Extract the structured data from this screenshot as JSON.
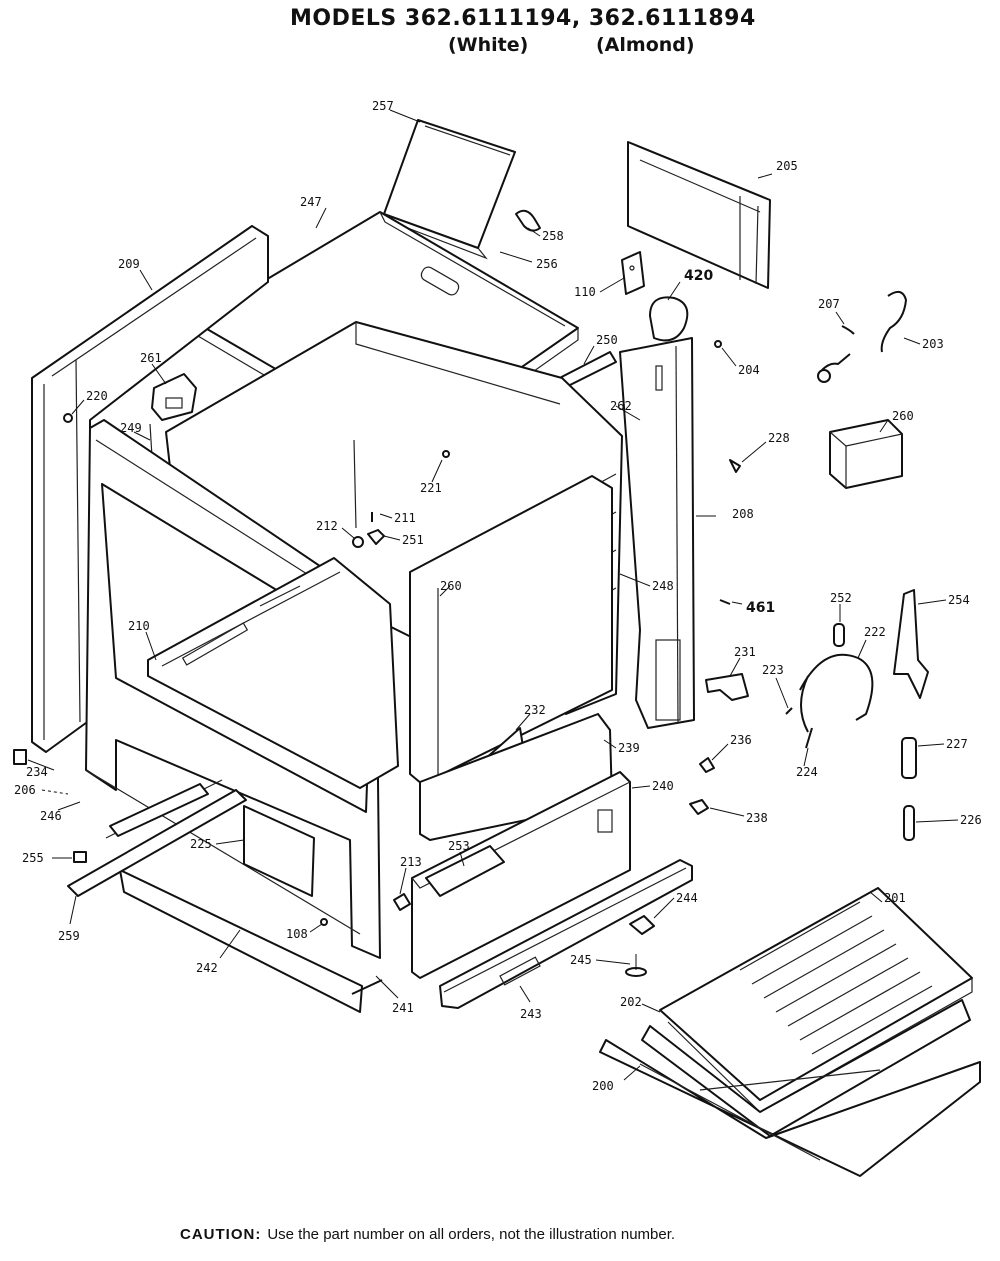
{
  "header": {
    "models": "MODELS 362.6111194, 362.6111894",
    "variant_white": "(White)",
    "variant_almond": "(Almond)"
  },
  "part_labels": {
    "p257": "257",
    "p247": "247",
    "p258": "258",
    "p256": "256",
    "p205": "205",
    "p110": "110",
    "p420": "420",
    "p209": "209",
    "p207": "207",
    "p203": "203",
    "p261": "261",
    "p220": "220",
    "p250": "250",
    "p204": "204",
    "p262": "262",
    "p249": "249",
    "p228": "228",
    "p260a": "260",
    "p221": "221",
    "p211": "211",
    "p212": "212",
    "p251": "251",
    "p208a": "208",
    "p260b": "260",
    "p248": "248",
    "p461": "461",
    "p252": "252",
    "p254": "254",
    "p210": "210",
    "p222": "222",
    "p231": "231",
    "p223": "223",
    "p232": "232",
    "p239": "239",
    "p236": "236",
    "p224": "224",
    "p227": "227",
    "p234": "234",
    "p206": "206",
    "p246": "246",
    "p240": "240",
    "p238": "238",
    "p226": "226",
    "p225": "225",
    "p255": "255",
    "p213": "213",
    "p253": "253",
    "p201": "201",
    "p244": "244",
    "p259": "259",
    "p108": "108",
    "p245": "245",
    "p242": "242",
    "p241": "241",
    "p243": "243",
    "p202": "202",
    "p200": "200"
  },
  "footer": {
    "caution_label": "CAUTION:",
    "caution_text": "Use the part number on all orders, not the illustration number."
  }
}
